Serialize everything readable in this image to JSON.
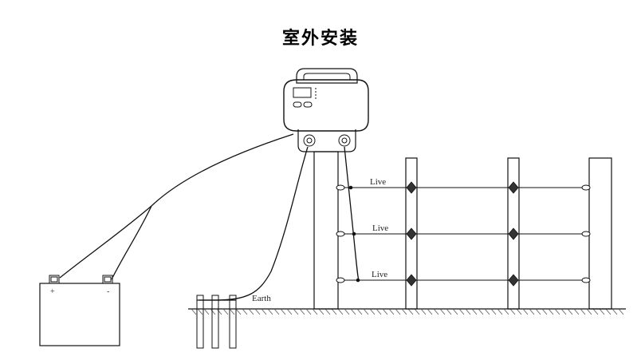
{
  "title": "室外安装",
  "labels": {
    "live": [
      "Live",
      "Live",
      "Live"
    ],
    "earth": "Earth",
    "battery_plus": "+",
    "battery_minus": "-"
  }
}
